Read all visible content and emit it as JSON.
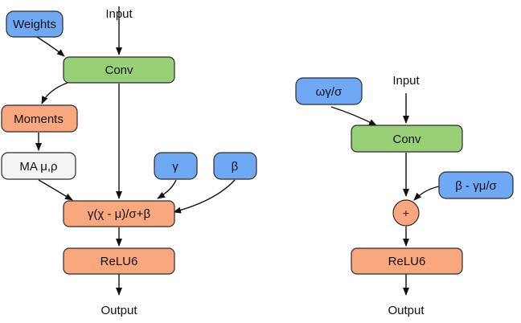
{
  "colors": {
    "blue": "#6fa8f5",
    "green": "#97d077",
    "orange": "#f9a77f",
    "gray": "#f4f4f4"
  },
  "left": {
    "weights": "Weights",
    "input": "Input",
    "conv": "Conv",
    "moments": "Moments",
    "ma": "MA μ,ρ",
    "gamma": "γ",
    "beta": "β",
    "bn": "γ(χ - μ)/σ+β",
    "relu": "ReLU6",
    "output": "Output"
  },
  "right": {
    "folded_weights": "ωγ/σ",
    "input": "Input",
    "conv": "Conv",
    "folded_bias": "β - γμ/σ",
    "add": "+",
    "relu": "ReLU6",
    "output": "Output"
  }
}
